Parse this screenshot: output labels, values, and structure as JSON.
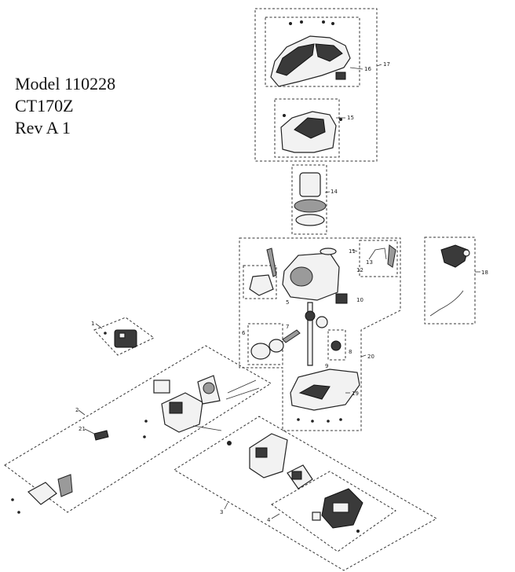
{
  "title": {
    "model": "Model 110228",
    "engine": "CT170Z",
    "revision": "Rev A 1"
  },
  "callouts": {
    "c1": "1",
    "c2": "2",
    "c3": "3",
    "c4": "4",
    "c5": "5",
    "c6": "6",
    "c7": "7",
    "c8": "8",
    "c9": "9",
    "c10": "10",
    "c11": "11",
    "c12": "12",
    "c13": "13",
    "c14": "14",
    "c15": "15",
    "c16": "16",
    "c17": "17",
    "c18": "18",
    "c19": "19",
    "c20": "20",
    "c21": "21"
  }
}
